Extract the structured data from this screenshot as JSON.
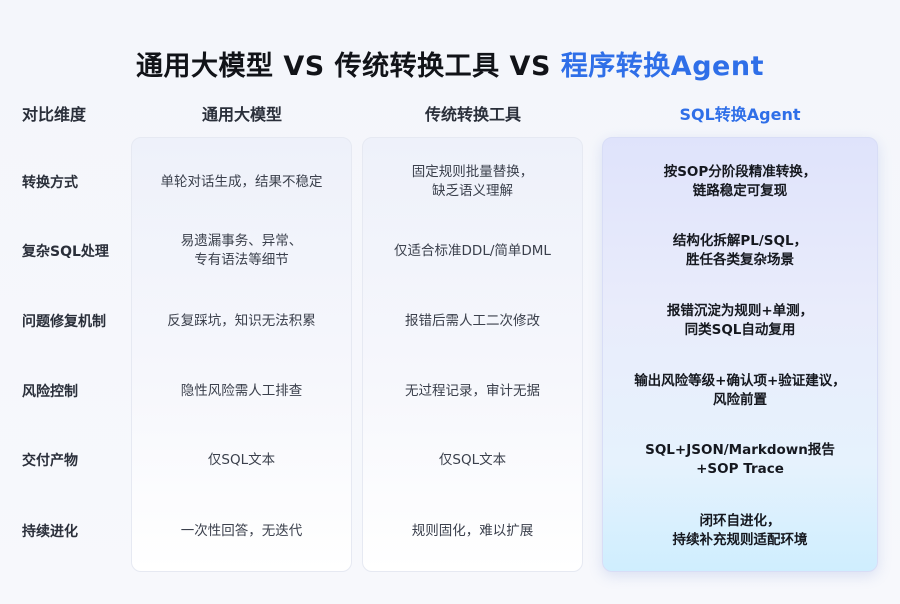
{
  "title": {
    "part1": "通用大模型 VS 传统转换工具 VS ",
    "accent": "程序转换Agent"
  },
  "headers": {
    "dimension": "对比维度",
    "col1": "通用大模型",
    "col2": "传统转换工具",
    "col3": "SQL转换Agent"
  },
  "colors": {
    "accent": "#2f6fe8"
  },
  "rows": [
    {
      "label": "转换方式",
      "col1": "单轮对话生成，结果不稳定",
      "col2": "固定规则批量替换，\n缺乏语义理解",
      "col3": "按SOP分阶段精准转换，\n链路稳定可复现"
    },
    {
      "label": "复杂SQL处理",
      "col1": "易遗漏事务、异常、\n专有语法等细节",
      "col2": "仅适合标准DDL/简单DML",
      "col3": "结构化拆解PL/SQL，\n胜任各类复杂场景"
    },
    {
      "label": "问题修复机制",
      "col1": "反复踩坑，知识无法积累",
      "col2": "报错后需人工二次修改",
      "col3": "报错沉淀为规则+单测，\n同类SQL自动复用"
    },
    {
      "label": "风险控制",
      "col1": "隐性风险需人工排查",
      "col2": "无过程记录，审计无据",
      "col3": "输出风险等级+确认项+验证建议，\n风险前置"
    },
    {
      "label": "交付产物",
      "col1": "仅SQL文本",
      "col2": "仅SQL文本",
      "col3": "SQL+JSON/Markdown报告\n+SOP Trace"
    },
    {
      "label": "持续进化",
      "col1": "一次性回答，无迭代",
      "col2": "规则固化，难以扩展",
      "col3": "闭环自进化，\n持续补充规则适配环境"
    }
  ]
}
